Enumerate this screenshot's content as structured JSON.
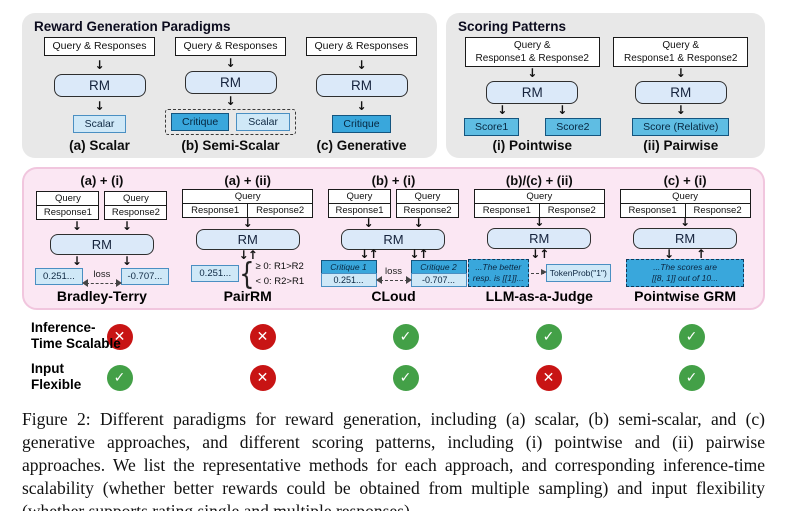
{
  "common": {
    "rm": "RM",
    "query": "Query",
    "response1": "Response1",
    "response2": "Response2"
  },
  "reward_generation": {
    "title": "Reward Generation Paradigms",
    "input_label": "Query & Responses",
    "a": {
      "caption": "(a) Scalar",
      "output": "Scalar"
    },
    "b": {
      "caption": "(b) Semi-Scalar",
      "output1": "Critique",
      "output2": "Scalar"
    },
    "c": {
      "caption": "(c) Generative",
      "output": "Critique"
    }
  },
  "scoring_patterns": {
    "title": "Scoring Patterns",
    "input_line1": "Query &",
    "input_line2": "Response1 & Response2",
    "i": {
      "caption": "(i) Pointwise",
      "output1": "Score1",
      "output2": "Score2"
    },
    "ii": {
      "caption": "(ii) Pairwise",
      "output": "Score (Relative)"
    }
  },
  "methods": {
    "bt": {
      "combo": "(a) + (i)",
      "name": "Bradley-Terry",
      "score1": "0.251...",
      "score2": "-0.707...",
      "loss_label": "loss"
    },
    "pairrm": {
      "combo": "(a) + (ii)",
      "name": "PairRM",
      "score": "0.251...",
      "rule1": "≥ 0: R1>R2",
      "rule2": "< 0: R2>R1"
    },
    "cloud": {
      "combo": "(b) + (i)",
      "name": "CLoud",
      "critique1": "Critique 1",
      "critique2": "Critique 2",
      "score1": "0.251...",
      "score2": "-0.707...",
      "loss_label": "loss"
    },
    "judge": {
      "combo": "(b)/(c) + (ii)",
      "name": "LLM-as-a-Judge",
      "gen_line1": "...The better",
      "gen_line2": "resp. is [[1]]...",
      "token_prob": "TokenProb(\"1\")"
    },
    "pgrm": {
      "combo": "(c) + (i)",
      "name": "Pointwise GRM",
      "gen_line1": "...The scores are",
      "gen_line2": "[[8, 1]] out of 10..."
    }
  },
  "evaluation": {
    "rows": [
      {
        "label_line1": "Inference-",
        "label_line2": "Time Scalable",
        "marks": [
          "no",
          "no",
          "yes",
          "yes",
          "yes"
        ]
      },
      {
        "label_line1": "Input",
        "label_line2": "Flexible",
        "marks": [
          "yes",
          "no",
          "yes",
          "no",
          "yes"
        ]
      }
    ]
  },
  "icons": {
    "check": "✓",
    "cross": "✕",
    "arrow_down": "↓",
    "arrow_up": "↑"
  },
  "colors": {
    "panel_gray": "#e8e8e8",
    "panel_pink": "#fbe7f3",
    "box_blue_light": "#cfe8f7",
    "box_blue_dark": "#39a7dc",
    "check_green": "#43a047",
    "cross_red": "#c81414"
  },
  "caption": "Figure 2: Different paradigms for reward generation, including (a) scalar, (b) semi-scalar, and (c) generative approaches, and different scoring patterns, including (i) pointwise and (ii) pairwise approaches. We list the representative methods for each approach, and corresponding inference-time scalability (whether better rewards could be obtained from multiple sampling) and input flexibility (whether supports rating single and multiple responses)."
}
